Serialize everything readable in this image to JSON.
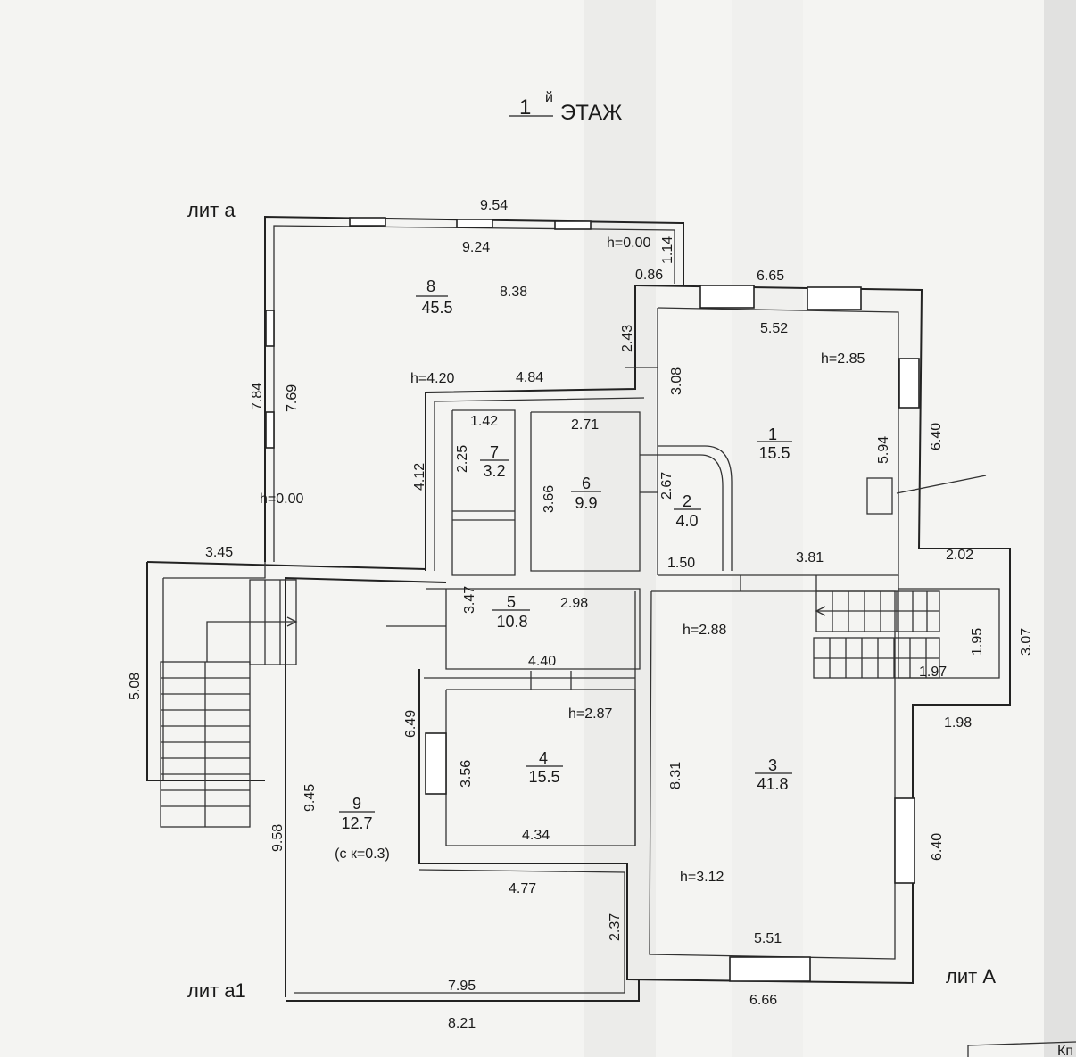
{
  "title": {
    "num": "1",
    "sup": "й",
    "word": "ЭТАЖ"
  },
  "labels": {
    "lit_a": "лит а",
    "lit_a1": "лит а1",
    "lit_A": "лит А",
    "corner": "Кп"
  },
  "rooms": {
    "r8": {
      "num": "8",
      "area": "45.5"
    },
    "r1": {
      "num": "1",
      "area": "15.5"
    },
    "r7": {
      "num": "7",
      "area": "3.2"
    },
    "r6": {
      "num": "6",
      "area": "9.9"
    },
    "r2": {
      "num": "2",
      "area": "4.0"
    },
    "r5": {
      "num": "5",
      "area": "10.8"
    },
    "r4": {
      "num": "4",
      "area": "15.5"
    },
    "r3": {
      "num": "3",
      "area": "41.8"
    },
    "r9": {
      "num": "9",
      "area": "12.7",
      "note": "(с к=0.3)"
    }
  },
  "heights": {
    "h8_top": "h=0.00",
    "h8_mid": "h=4.20",
    "h8_low": "h=0.00",
    "h1": "h=2.85",
    "h3a": "h=2.88",
    "h4": "h=2.87",
    "h3b": "h=3.12"
  },
  "dims": {
    "d954": "9.54",
    "d924": "9.24",
    "d114": "1.14",
    "d086": "0.86",
    "d838": "8.38",
    "d784": "7.84",
    "d769": "7.69",
    "d484": "4.84",
    "d412": "4.12",
    "d345": "3.45",
    "d665": "6.65",
    "d552": "5.52",
    "d243": "2.43",
    "d308": "3.08",
    "d640a": "6.40",
    "d594": "5.94",
    "d142": "1.42",
    "d225": "2.25",
    "d271": "2.71",
    "d366": "3.66",
    "d267": "2.67",
    "d150": "1.50",
    "d381": "3.81",
    "d202": "2.02",
    "d347": "3.47",
    "d298": "2.98",
    "d440": "4.40",
    "d508": "5.08",
    "d649": "6.49",
    "d356": "3.56",
    "d434": "4.34",
    "d945": "9.45",
    "d958": "9.58",
    "d477": "4.77",
    "d237": "2.37",
    "d795": "7.95",
    "d821": "8.21",
    "d831": "8.31",
    "d640b": "6.40",
    "d551": "5.51",
    "d666": "6.66",
    "d195": "1.95",
    "d197": "1.97",
    "d307": "3.07",
    "d198": "1.98"
  }
}
